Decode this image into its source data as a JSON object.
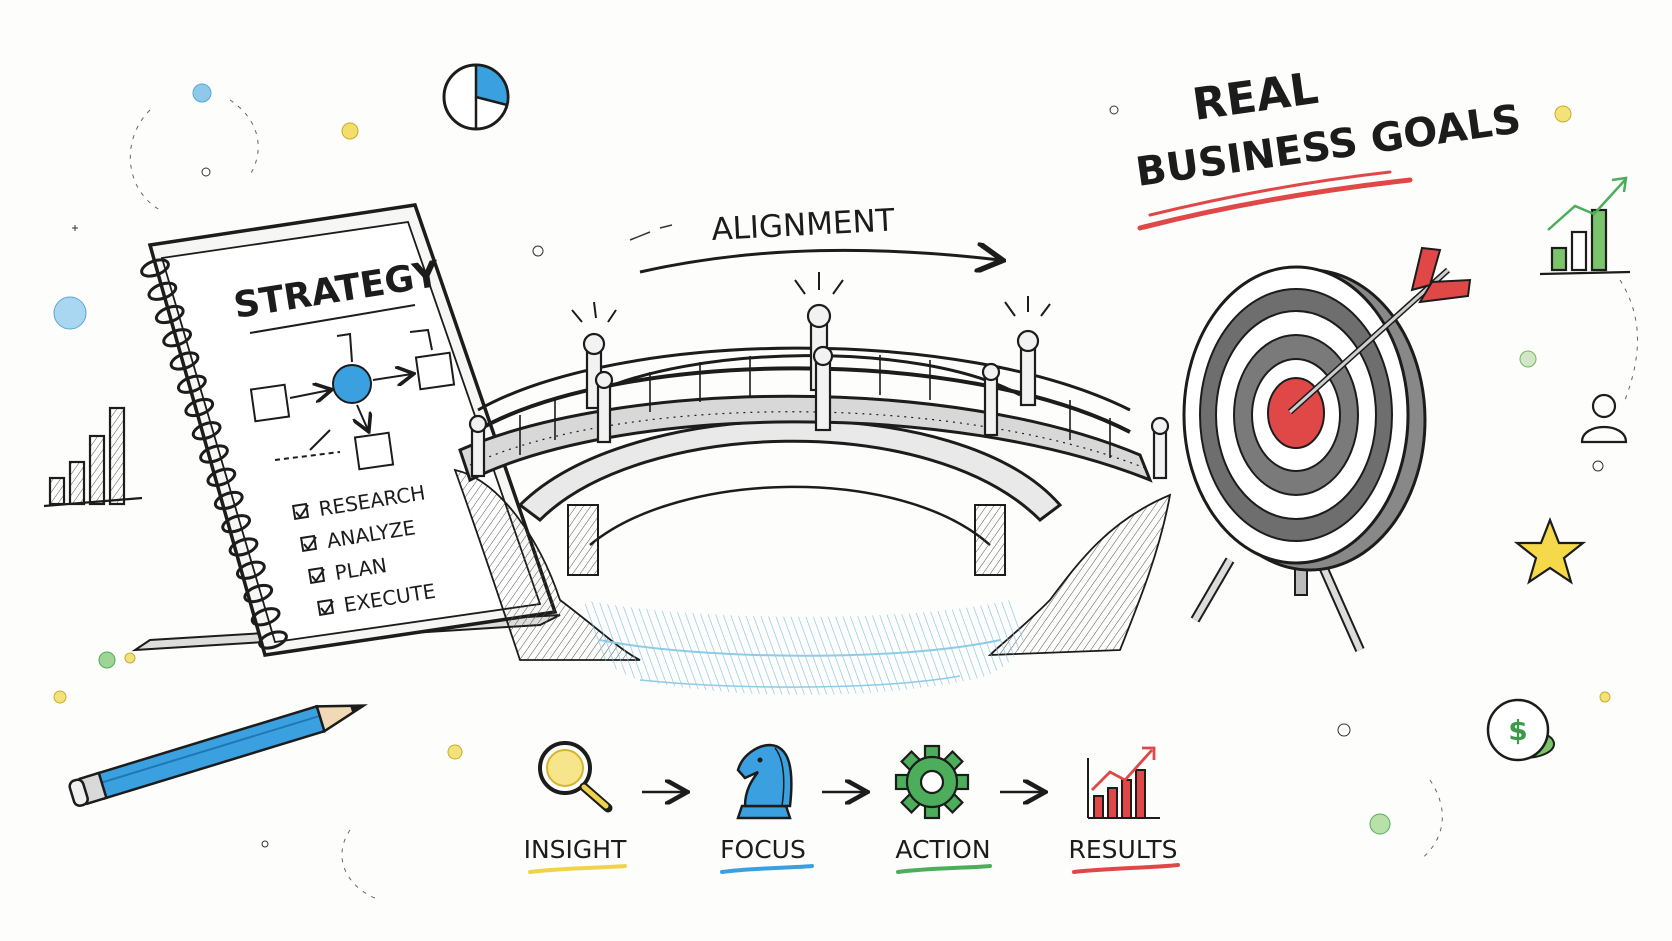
{
  "notebook": {
    "title": "STRATEGY",
    "checklist": [
      "RESEARCH",
      "ANALYZE",
      "PLAN",
      "EXECUTE"
    ]
  },
  "alignment_label": "ALIGNMENT",
  "goal": {
    "line1": "REAL",
    "line2": "BUSINESS GOALS"
  },
  "steps": [
    {
      "label": "INSIGHT",
      "icon": "magnifier-icon",
      "color": "#f0d34a"
    },
    {
      "label": "FOCUS",
      "icon": "chess-knight-icon",
      "color": "#3aa0e0"
    },
    {
      "label": "ACTION",
      "icon": "gear-icon",
      "color": "#4cae5a"
    },
    {
      "label": "RESULTS",
      "icon": "bar-chart-rising-icon",
      "color": "#e04848"
    }
  ],
  "colors": {
    "ink": "#1c1c1c",
    "water": "#8fcbe6",
    "accent_red": "#e04848",
    "accent_blue": "#3aa0e0",
    "accent_green": "#4cae5a",
    "accent_yellow": "#f0d34a"
  }
}
